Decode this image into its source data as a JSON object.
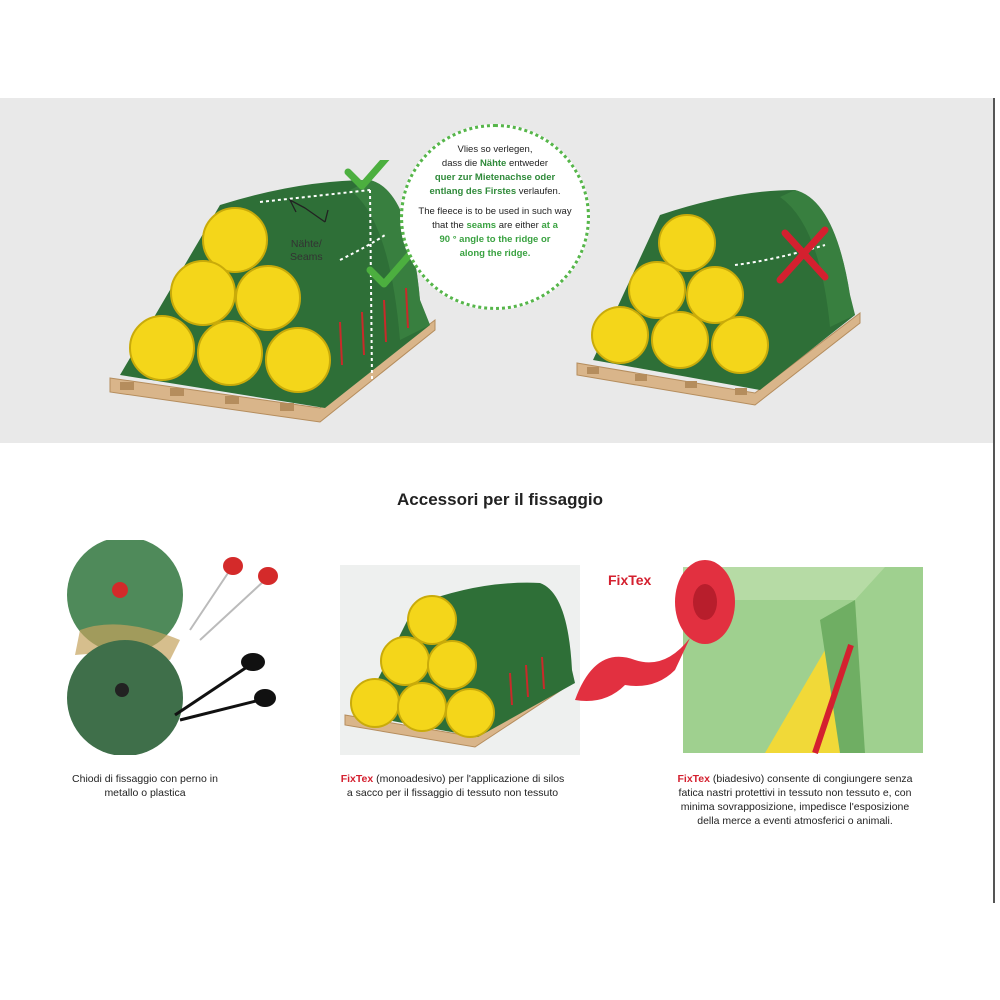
{
  "top": {
    "bubble": {
      "de_line1": "Vlies so verlegen,",
      "de_line2_pre": "dass die ",
      "de_line2_hl": "Nähte",
      "de_line2_post": " entweder",
      "de_line3_hl": "quer zur Mietenachse oder",
      "de_line4_hl": "entlang des Firstes",
      "de_line4_post": " verlaufen.",
      "en_line1": "The fleece is to be used in such way",
      "en_line2_pre": "that the ",
      "en_line2_hl": "seams",
      "en_line2_mid": " are either ",
      "en_line2_hl2": "at a",
      "en_line3_hl": "90 ° angle to the ridge or",
      "en_line4_hl": "along the ridge."
    },
    "seam_label_1": "Nähte/",
    "seam_label_2": "Seams"
  },
  "section_title": "Accessori per il fissaggio",
  "captions": {
    "pegs_line1": "Chiodi di fissaggio con perno in",
    "pegs_line2": "metallo o plastica",
    "mono_brand": "FixTex",
    "mono_line1_post": " (monoadesivo) per l'applicazione di silos",
    "mono_line2": "a sacco per il fissaggio di tessuto non tessuto",
    "bi_brand": "FixTex",
    "bi_line1_post": " (biadesivo) consente di congiungere senza",
    "bi_line2": "fatica nastri protettivi in tessuto non tessuto e, con",
    "bi_line3": "minima sovrapposizione, impedisce l'esposizione",
    "bi_line4": "della merce a eventi atmosferici o animali."
  },
  "fixtex_tag": "FixTex",
  "colors": {
    "band": "#e9e9e9",
    "fleece": "#2e6f37",
    "fleece_light": "#3f8a45",
    "bale": "#f4d61a",
    "pallet": "#d9b58a",
    "check": "#4caf3f",
    "cross": "#d4202f",
    "tape": "#e23040",
    "pale_green": "#9fd08f"
  }
}
